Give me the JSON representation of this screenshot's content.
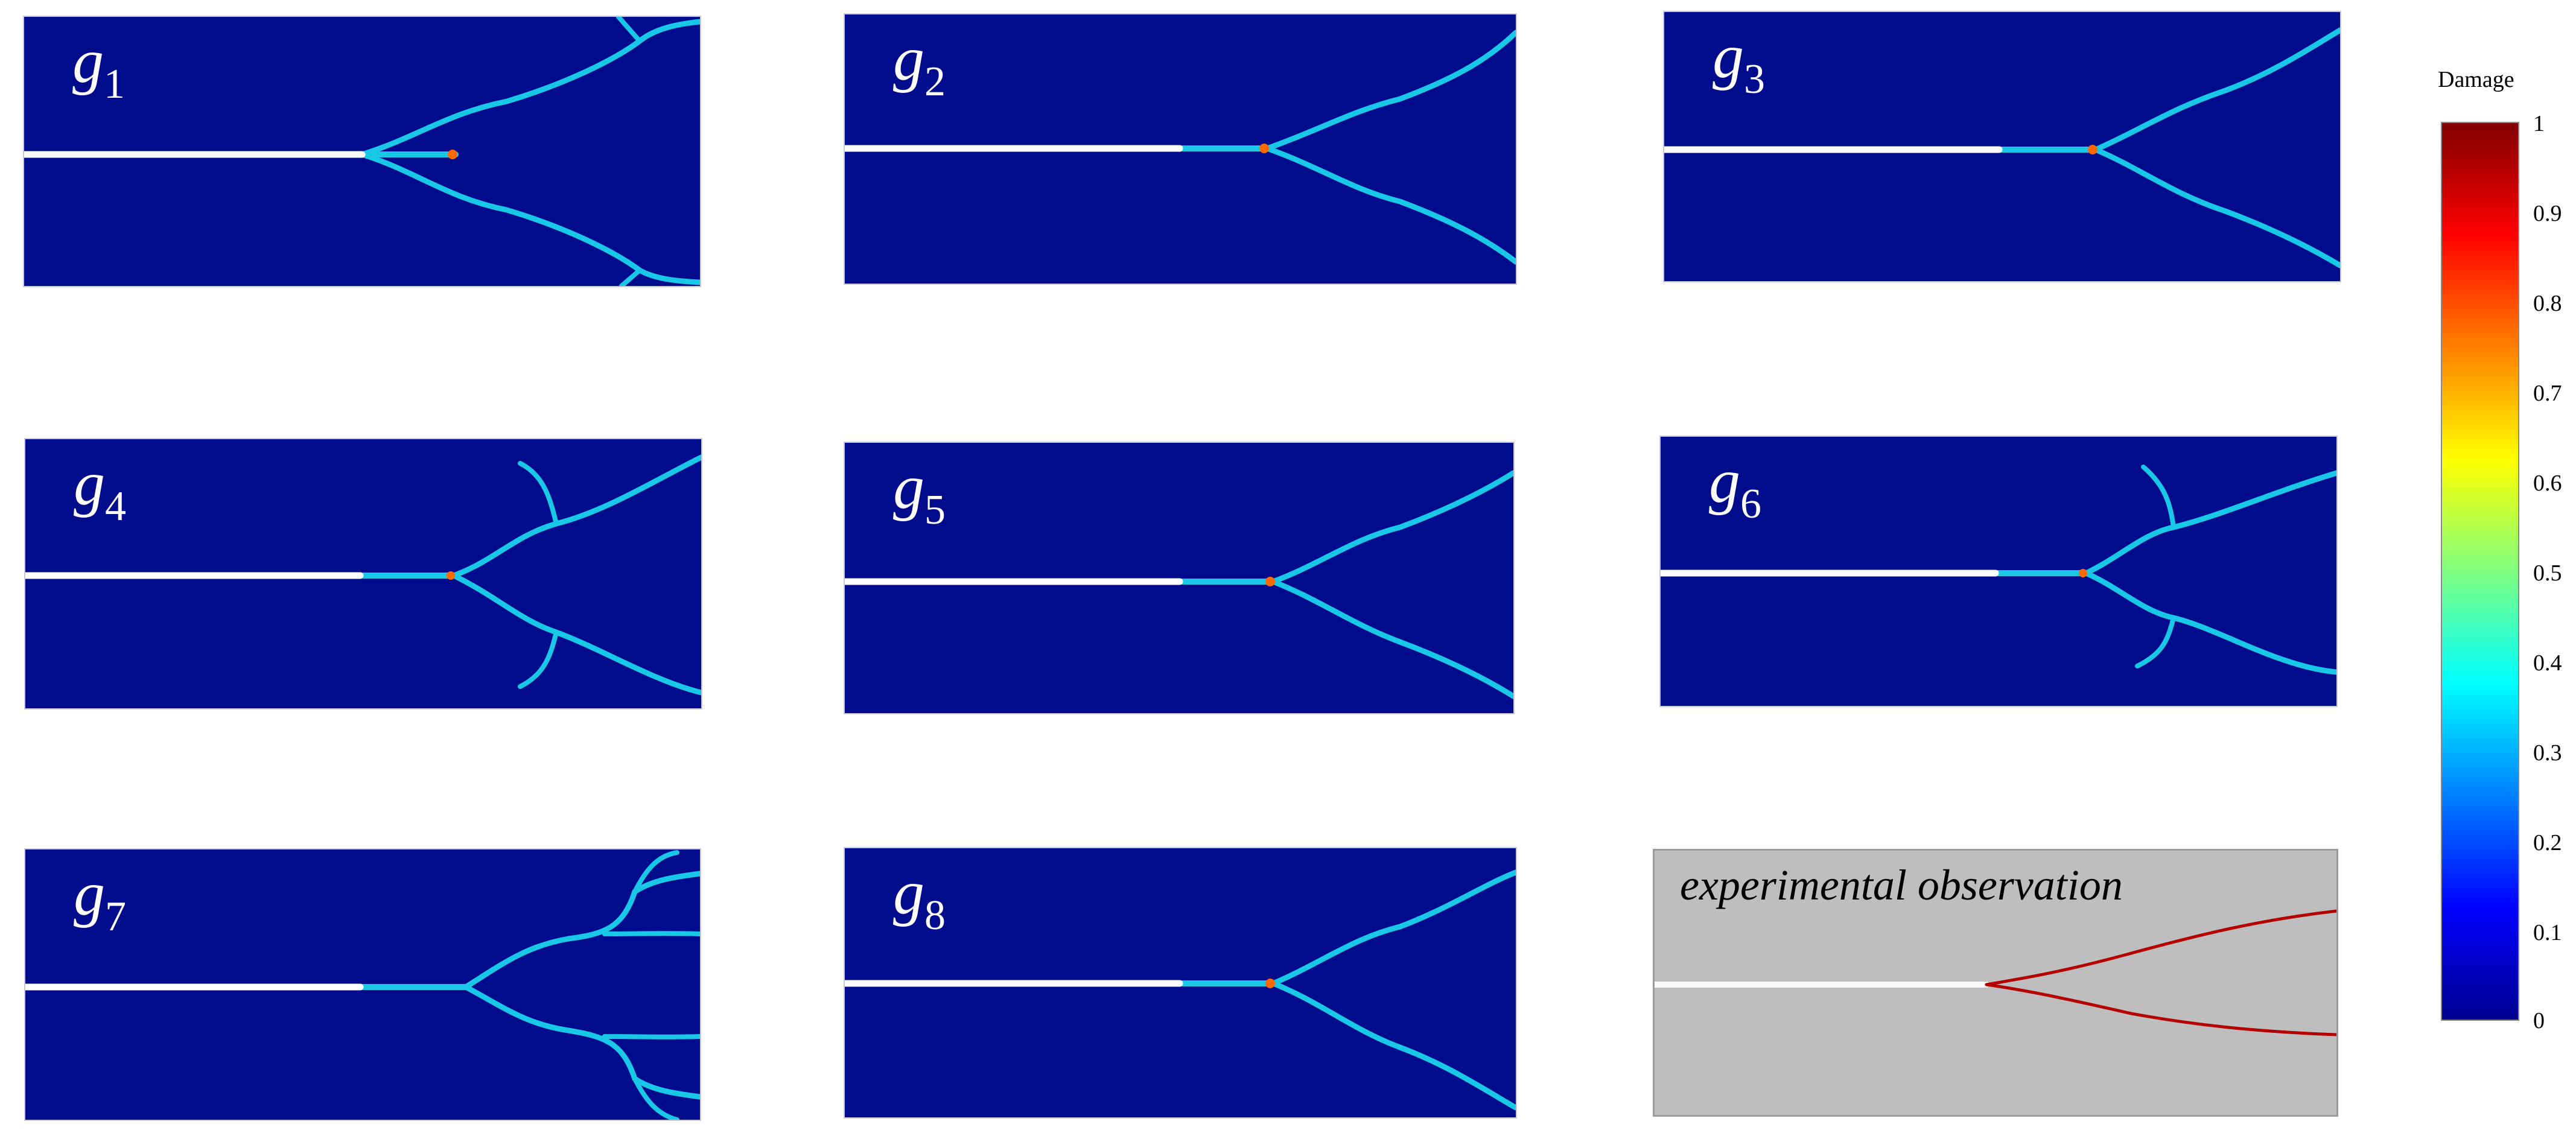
{
  "figure": {
    "panels": [
      {
        "id": "g1",
        "label_base": "g",
        "label_sub": "1"
      },
      {
        "id": "g2",
        "label_base": "g",
        "label_sub": "2"
      },
      {
        "id": "g3",
        "label_base": "g",
        "label_sub": "3"
      },
      {
        "id": "g4",
        "label_base": "g",
        "label_sub": "4"
      },
      {
        "id": "g5",
        "label_base": "g",
        "label_sub": "5"
      },
      {
        "id": "g6",
        "label_base": "g",
        "label_sub": "6"
      },
      {
        "id": "g7",
        "label_base": "g",
        "label_sub": "7"
      },
      {
        "id": "g8",
        "label_base": "g",
        "label_sub": "8"
      }
    ],
    "experimental_label": "experimental observation",
    "colorbar": {
      "title": "Damage",
      "ticks": [
        "1",
        "0.9",
        "0.8",
        "0.7",
        "0.6",
        "0.5",
        "0.4",
        "0.3",
        "0.2",
        "0.1",
        "0"
      ],
      "colormap": [
        "#00008f",
        "#0000ff",
        "#0080ff",
        "#00ffff",
        "#80ff80",
        "#ffff00",
        "#ff8000",
        "#ff0000",
        "#800000"
      ]
    },
    "colors": {
      "background_field": "#000c8c",
      "crack_glow": "#19c8e6",
      "notch": "#ffffff",
      "experiment_background": "#bebebe",
      "experiment_crack": "#b40000"
    }
  }
}
